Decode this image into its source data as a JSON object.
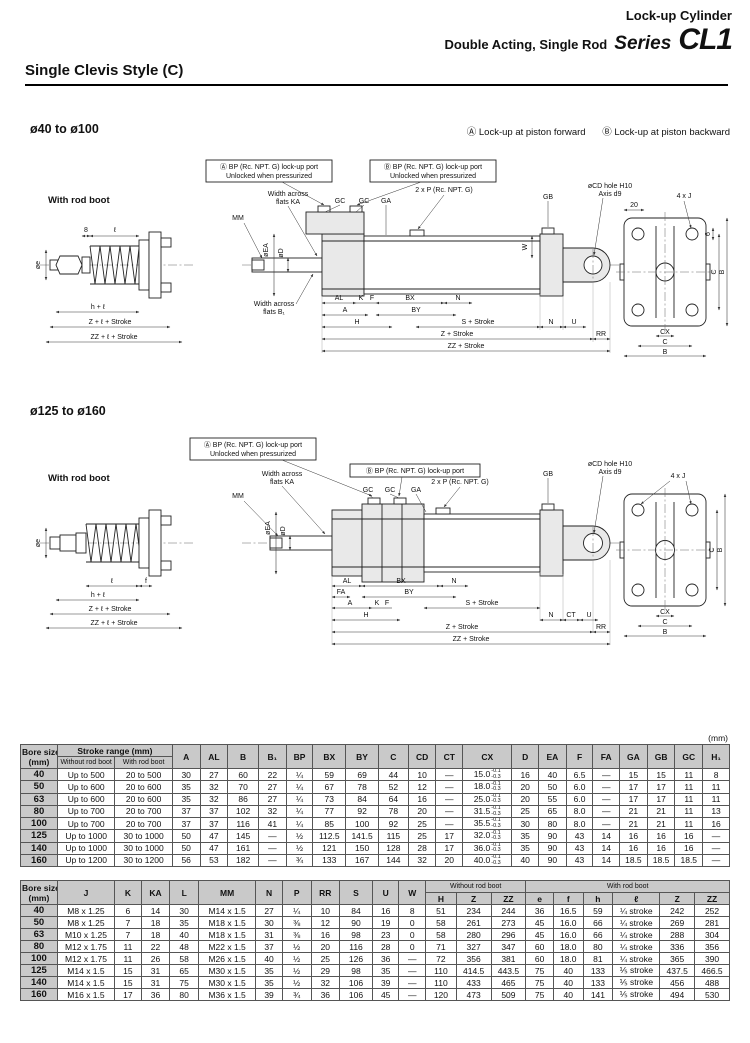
{
  "header": {
    "line1": "Lock-up Cylinder",
    "line2": "Double Acting, Single Rod",
    "series_word": "Series",
    "series_code": "CL1"
  },
  "section": {
    "title": "Single Clevis Style (C)"
  },
  "legend": {
    "forward": "Ⓐ Lock-up at piston forward",
    "backward": "Ⓑ Lock-up at piston backward"
  },
  "ranges": {
    "small": "ø40 to ø100",
    "large": "ø125 to ø160"
  },
  "drawing_labels": {
    "with_rod_boot": "With rod boot",
    "port_a_line1": "Ⓐ BP (Rc. NPT. G) lock-up port",
    "port_a_line2": "Unlocked when pressurized",
    "port_b_line1": "Ⓑ BP (Rc. NPT. G) lock-up port",
    "port_b_line2": "Unlocked when pressurized",
    "width_flats_ka_1": "Width across",
    "width_flats_ka_2": "flats KA",
    "width_flats_b1_1": "Width across",
    "width_flats_b1_2": "flats B₁",
    "gc": "GC",
    "ga": "GA",
    "gb": "GB",
    "p2": "2 x P (Rc. NPT. G)",
    "cd_hole": "øCD hole H10",
    "axis": "Axis d9",
    "mm": "MM",
    "oea": "øEA",
    "od": "øD",
    "oe": "øe",
    "al": "AL",
    "a": "A",
    "k": "K",
    "f": "F",
    "h": "H",
    "bx": "BX",
    "by": "BY",
    "n": "N",
    "s_stroke": "S + Stroke",
    "u": "U",
    "rr": "RR",
    "w": "W",
    "z_stroke": "Z + Stroke",
    "zz_stroke": "ZZ + Stroke",
    "h_l": "h + ℓ",
    "z_l_stroke": "Z + ℓ + Stroke",
    "zz_l_stroke": "ZZ + ℓ + Stroke",
    "eight": "8",
    "ell": "ℓ",
    "f_small": "f",
    "fa": "FA",
    "ct": "CT",
    "twenty": "20",
    "six": "6",
    "four_j": "4 x J",
    "cx": "CX",
    "c": "C",
    "b": "B"
  },
  "unit_note": "(mm)",
  "table1": {
    "bore_header": {
      "line1": "Bore size",
      "line2": "(mm)"
    },
    "stroke_header": "Stroke range (mm)",
    "stroke_sub": [
      "Without rod boot",
      "With rod boot"
    ],
    "col_headers": [
      "A",
      "AL",
      "B",
      "B₁",
      "BP",
      "BX",
      "BY",
      "C",
      "CD",
      "CT",
      "CX",
      "D",
      "EA",
      "F",
      "FA",
      "GA",
      "GB",
      "GC",
      "H₁"
    ],
    "cx_tol_plus": "-0.1",
    "cx_tol_minus": "-0.3",
    "rows": [
      {
        "bore": "40",
        "stroke_wo": "Up to 500",
        "stroke_w": "20 to 500",
        "vals": [
          "30",
          "27",
          "60",
          "22",
          "¼",
          "59",
          "69",
          "44",
          "10",
          "—",
          "15.0",
          "16",
          "40",
          "6.5",
          "—",
          "15",
          "15",
          "11",
          "8"
        ]
      },
      {
        "bore": "50",
        "stroke_wo": "Up to 600",
        "stroke_w": "20 to 600",
        "vals": [
          "35",
          "32",
          "70",
          "27",
          "¼",
          "67",
          "78",
          "52",
          "12",
          "—",
          "18.0",
          "20",
          "50",
          "6.0",
          "—",
          "17",
          "17",
          "11",
          "11"
        ]
      },
      {
        "bore": "63",
        "stroke_wo": "Up to 600",
        "stroke_w": "20 to 600",
        "vals": [
          "35",
          "32",
          "86",
          "27",
          "¼",
          "73",
          "84",
          "64",
          "16",
          "—",
          "25.0",
          "20",
          "55",
          "6.0",
          "—",
          "17",
          "17",
          "11",
          "11"
        ]
      },
      {
        "bore": "80",
        "stroke_wo": "Up to 700",
        "stroke_w": "20 to 700",
        "vals": [
          "37",
          "37",
          "102",
          "32",
          "¼",
          "77",
          "92",
          "78",
          "20",
          "—",
          "31.5",
          "25",
          "65",
          "8.0",
          "—",
          "21",
          "21",
          "11",
          "13"
        ]
      },
      {
        "bore": "100",
        "stroke_wo": "Up to 700",
        "stroke_w": "20 to 700",
        "vals": [
          "37",
          "37",
          "116",
          "41",
          "¼",
          "85",
          "100",
          "92",
          "25",
          "—",
          "35.5",
          "30",
          "80",
          "8.0",
          "—",
          "21",
          "21",
          "11",
          "16"
        ]
      },
      {
        "bore": "125",
        "stroke_wo": "Up to 1000",
        "stroke_w": "30 to 1000",
        "vals": [
          "50",
          "47",
          "145",
          "—",
          "½",
          "112.5",
          "141.5",
          "115",
          "25",
          "17",
          "32.0",
          "35",
          "90",
          "43",
          "14",
          "16",
          "16",
          "16",
          "—"
        ]
      },
      {
        "bore": "140",
        "stroke_wo": "Up to 1000",
        "stroke_w": "30 to 1000",
        "vals": [
          "50",
          "47",
          "161",
          "—",
          "½",
          "121",
          "150",
          "128",
          "28",
          "17",
          "36.0",
          "35",
          "90",
          "43",
          "14",
          "16",
          "16",
          "16",
          "—"
        ]
      },
      {
        "bore": "160",
        "stroke_wo": "Up to 1200",
        "stroke_w": "30 to 1200",
        "vals": [
          "56",
          "53",
          "182",
          "—",
          "¾",
          "133",
          "167",
          "144",
          "32",
          "20",
          "40.0",
          "40",
          "90",
          "43",
          "14",
          "18.5",
          "18.5",
          "18.5",
          "—"
        ]
      }
    ]
  },
  "table2": {
    "bore_header": {
      "line1": "Bore size",
      "line2": "(mm)"
    },
    "col_headers": [
      "J",
      "K",
      "KA",
      "L",
      "MM",
      "N",
      "P",
      "RR",
      "S",
      "U",
      "W"
    ],
    "group_wo": {
      "label": "Without rod boot",
      "cols": [
        "H",
        "Z",
        "ZZ"
      ]
    },
    "group_w": {
      "label": "With rod boot",
      "cols": [
        "e",
        "f",
        "h",
        "ℓ",
        "Z",
        "ZZ"
      ]
    },
    "rows": [
      {
        "bore": "40",
        "vals": [
          "M8 x 1.25",
          "6",
          "14",
          "30",
          "M14 x 1.5",
          "27",
          "¼",
          "10",
          "84",
          "16",
          "8",
          "51",
          "234",
          "244",
          "36",
          "16.5",
          "59",
          "¼ stroke",
          "242",
          "252"
        ]
      },
      {
        "bore": "50",
        "vals": [
          "M8 x 1.25",
          "7",
          "18",
          "35",
          "M18 x 1.5",
          "30",
          "⅜",
          "12",
          "90",
          "19",
          "0",
          "58",
          "261",
          "273",
          "45",
          "16.0",
          "66",
          "¼ stroke",
          "269",
          "281"
        ]
      },
      {
        "bore": "63",
        "vals": [
          "M10 x 1.25",
          "7",
          "18",
          "40",
          "M18 x 1.5",
          "31",
          "⅜",
          "16",
          "98",
          "23",
          "0",
          "58",
          "280",
          "296",
          "45",
          "16.0",
          "66",
          "¼ stroke",
          "288",
          "304"
        ]
      },
      {
        "bore": "80",
        "vals": [
          "M12 x 1.75",
          "11",
          "22",
          "48",
          "M22 x 1.5",
          "37",
          "½",
          "20",
          "116",
          "28",
          "0",
          "71",
          "327",
          "347",
          "60",
          "18.0",
          "80",
          "¼ stroke",
          "336",
          "356"
        ]
      },
      {
        "bore": "100",
        "vals": [
          "M12 x 1.75",
          "11",
          "26",
          "58",
          "M26 x 1.5",
          "40",
          "½",
          "25",
          "126",
          "36",
          "—",
          "72",
          "356",
          "381",
          "60",
          "18.0",
          "81",
          "¼ stroke",
          "365",
          "390"
        ]
      },
      {
        "bore": "125",
        "vals": [
          "M14 x 1.5",
          "15",
          "31",
          "65",
          "M30 x 1.5",
          "35",
          "½",
          "29",
          "98",
          "35",
          "—",
          "110",
          "414.5",
          "443.5",
          "75",
          "40",
          "133",
          "⅕ stroke",
          "437.5",
          "466.5"
        ]
      },
      {
        "bore": "140",
        "vals": [
          "M14 x 1.5",
          "15",
          "31",
          "75",
          "M30 x 1.5",
          "35",
          "½",
          "32",
          "106",
          "39",
          "—",
          "110",
          "433",
          "465",
          "75",
          "40",
          "133",
          "⅕ stroke",
          "456",
          "488"
        ]
      },
      {
        "bore": "160",
        "vals": [
          "M16 x 1.5",
          "17",
          "36",
          "80",
          "M36 x 1.5",
          "39",
          "¾",
          "36",
          "106",
          "45",
          "—",
          "120",
          "473",
          "509",
          "75",
          "40",
          "141",
          "⅕ stroke",
          "494",
          "530"
        ]
      }
    ]
  }
}
